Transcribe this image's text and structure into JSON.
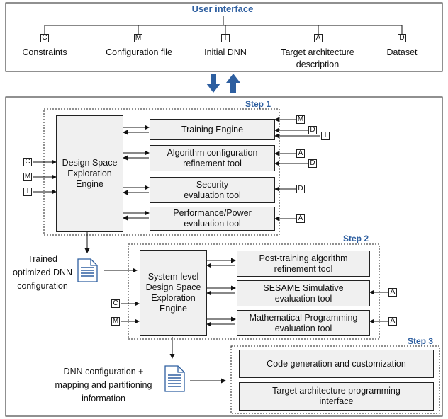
{
  "user_interface": {
    "title": "User interface",
    "inputs": [
      {
        "tag": "C",
        "label": "Constraints"
      },
      {
        "tag": "M",
        "label": "Configuration file"
      },
      {
        "tag": "I",
        "label": "Initial DNN"
      },
      {
        "tag": "A",
        "label": "Target architecture description"
      },
      {
        "tag": "D",
        "label": "Dataset"
      }
    ]
  },
  "step1": {
    "title": "Step 1",
    "engine": "Design Space Exploration Engine",
    "tools": [
      {
        "label": "Training Engine",
        "tags": [
          "M",
          "D",
          "I"
        ]
      },
      {
        "label": "Algorithm configuration refinement tool",
        "tags": [
          "A",
          "D"
        ]
      },
      {
        "label": "Security evaluation tool",
        "tags": [
          "D"
        ]
      },
      {
        "label": "Performance/Power evaluation tool",
        "tags": [
          "A"
        ]
      }
    ],
    "engine_inputs": [
      "C",
      "M",
      "I"
    ]
  },
  "trained_doc": "Trained optimized DNN configuration",
  "step2": {
    "title": "Step 2",
    "engine": "System-level Design Space Exploration Engine",
    "tools": [
      {
        "label": "Post-training algorithm refinement tool",
        "tags": []
      },
      {
        "label": "SESAME Simulative evaluation tool",
        "tags": [
          "A"
        ]
      },
      {
        "label": "Mathematical Programming evaluation tool",
        "tags": [
          "A"
        ]
      }
    ],
    "engine_inputs": [
      "C",
      "M"
    ]
  },
  "mapping_doc": "DNN configuration + mapping and partitioning information",
  "step3": {
    "title": "Step 3",
    "tools": [
      {
        "label": "Code generation and customization"
      },
      {
        "label": "Target architecture programming interface"
      }
    ]
  },
  "colors": {
    "accent": "#2e5fa0",
    "box_fill": "#f0f0f0",
    "arrow": "#2e5fa0"
  }
}
